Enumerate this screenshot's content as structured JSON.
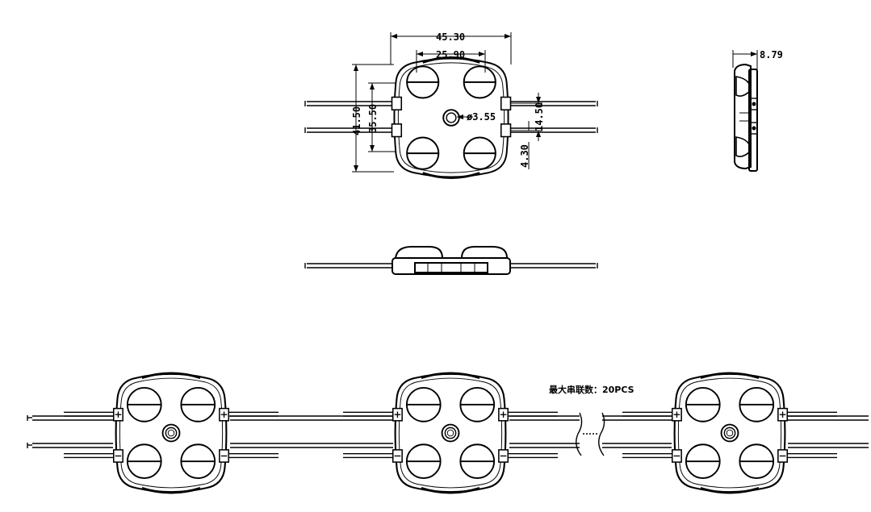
{
  "dimensions": {
    "overall_width": "45.30",
    "lens_spacing": "25.90",
    "overall_height": "41.50",
    "wire_spacing_vertical": "35.50",
    "hole_diameter": "ø3.55",
    "side_spacing": "14.50",
    "side_offset": "4.30",
    "thickness": "8.79"
  },
  "chain_note": "最大串联数：20PCS",
  "terminal_marks": {
    "positive": "+",
    "negative": "−"
  }
}
